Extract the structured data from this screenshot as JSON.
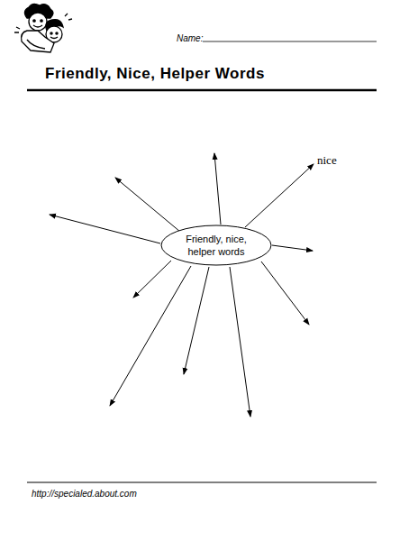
{
  "diagram": {
    "title": "Friendly, Nice, Helper Words",
    "nodes": [
      {
        "text": [
          "Friendly, nice, helper words"
        ]
      }
    ],
    "labels": [
      "Name:",
      "nice",
      "http://specialed.about.com"
    ]
  }
}
